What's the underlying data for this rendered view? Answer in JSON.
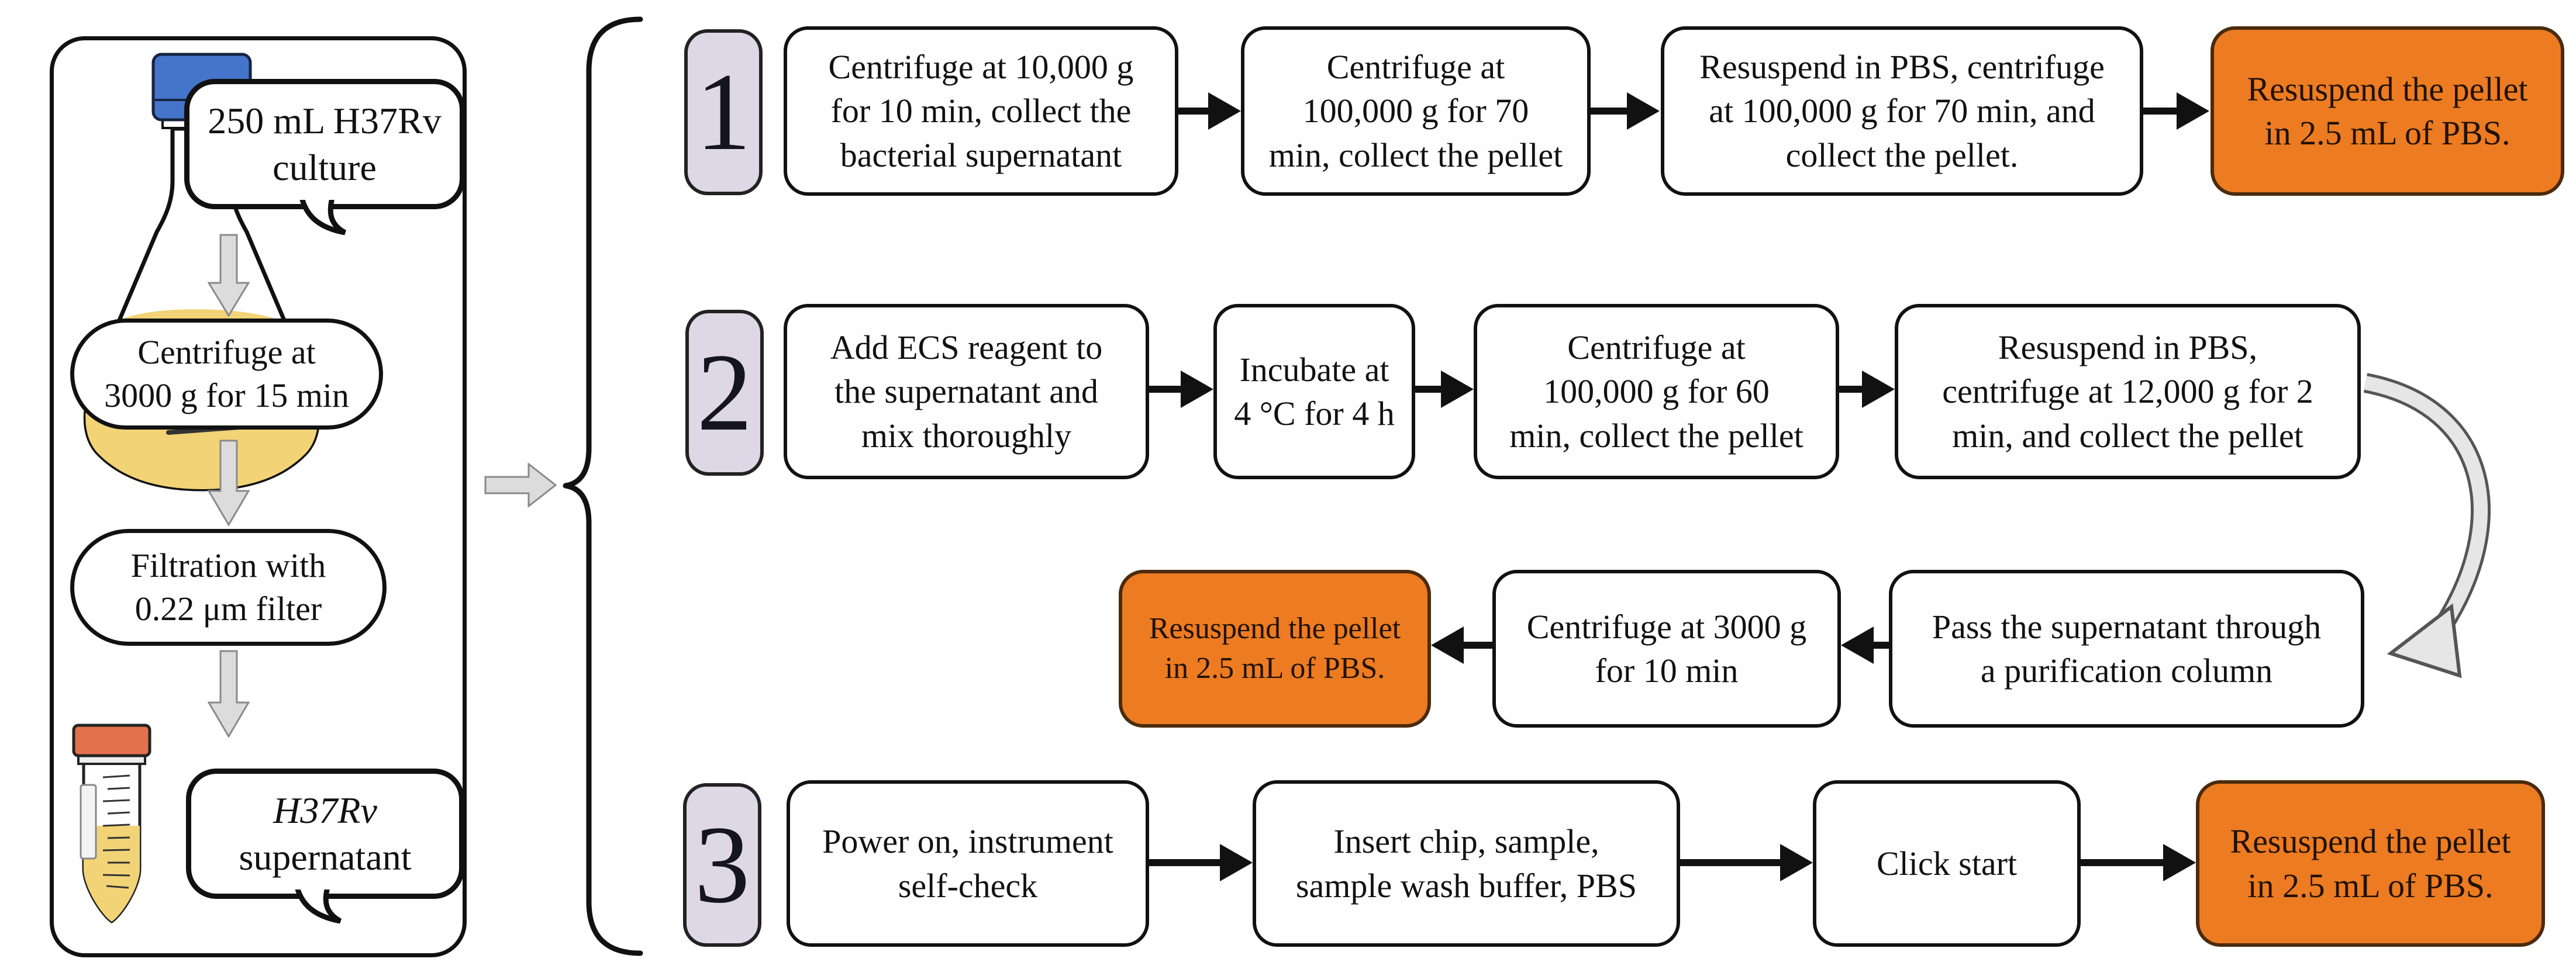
{
  "left_panel": {
    "culture_bubble": "250 mL H37Rv\nculture",
    "centrifuge_step": "Centrifuge at\n3000 g for 15 min",
    "filtration_step": "Filtration with\n0.22 μm filter",
    "tube_bubble_line1": "H37Rv",
    "tube_bubble_line2": "supernatant"
  },
  "rows": [
    {
      "number": "1",
      "boxes": [
        {
          "text": "Centrifuge at 10,000 g\nfor 10 min, collect the\nbacterial supernatant",
          "highlight": false
        },
        {
          "text": "Centrifuge at\n100,000 g for 70\nmin, collect the pellet",
          "highlight": false
        },
        {
          "text": "Resuspend in PBS, centrifuge\nat 100,000 g for 70 min, and\ncollect the pellet.",
          "highlight": false
        },
        {
          "text": "Resuspend the pellet\nin 2.5 mL of PBS.",
          "highlight": true
        }
      ]
    },
    {
      "number": "2",
      "boxes": [
        {
          "text": "Add ECS reagent to\nthe supernatant and\nmix thoroughly",
          "highlight": false
        },
        {
          "text": "Incubate at\n4 °C for 4 h",
          "highlight": false
        },
        {
          "text": "Centrifuge at\n100,000 g for 60\nmin, collect the pellet",
          "highlight": false
        },
        {
          "text": "Resuspend in PBS,\ncentrifuge at 12,000 g for 2\nmin, and collect the pellet",
          "highlight": false
        }
      ],
      "wrap_line": [
        {
          "text": "Pass the supernatant through\na purification column",
          "highlight": false
        },
        {
          "text": "Centrifuge at 3000 g\nfor 10 min",
          "highlight": false
        },
        {
          "text": "Resuspend the pellet\nin 2.5 mL of PBS.",
          "highlight": true
        }
      ]
    },
    {
      "number": "3",
      "boxes": [
        {
          "text": "Power on, instrument\nself-check",
          "highlight": false
        },
        {
          "text": "Insert chip, sample,\nsample wash buffer, PBS",
          "highlight": false
        },
        {
          "text": "Click start",
          "highlight": false
        },
        {
          "text": "Resuspend the pellet\nin 2.5 mL of PBS.",
          "highlight": true
        }
      ]
    }
  ],
  "colors": {
    "highlight_orange": "#ED7B21",
    "highlight_border": "#4a2b0d",
    "number_tag_fill": "#DED8E6",
    "box_border": "#111111",
    "gray_arrow_fill": "#DCDCDC",
    "flask_cap_blue": "#4575CB",
    "liquid_yellow": "#F2D376",
    "tube_cap_orange": "#E2714C"
  }
}
